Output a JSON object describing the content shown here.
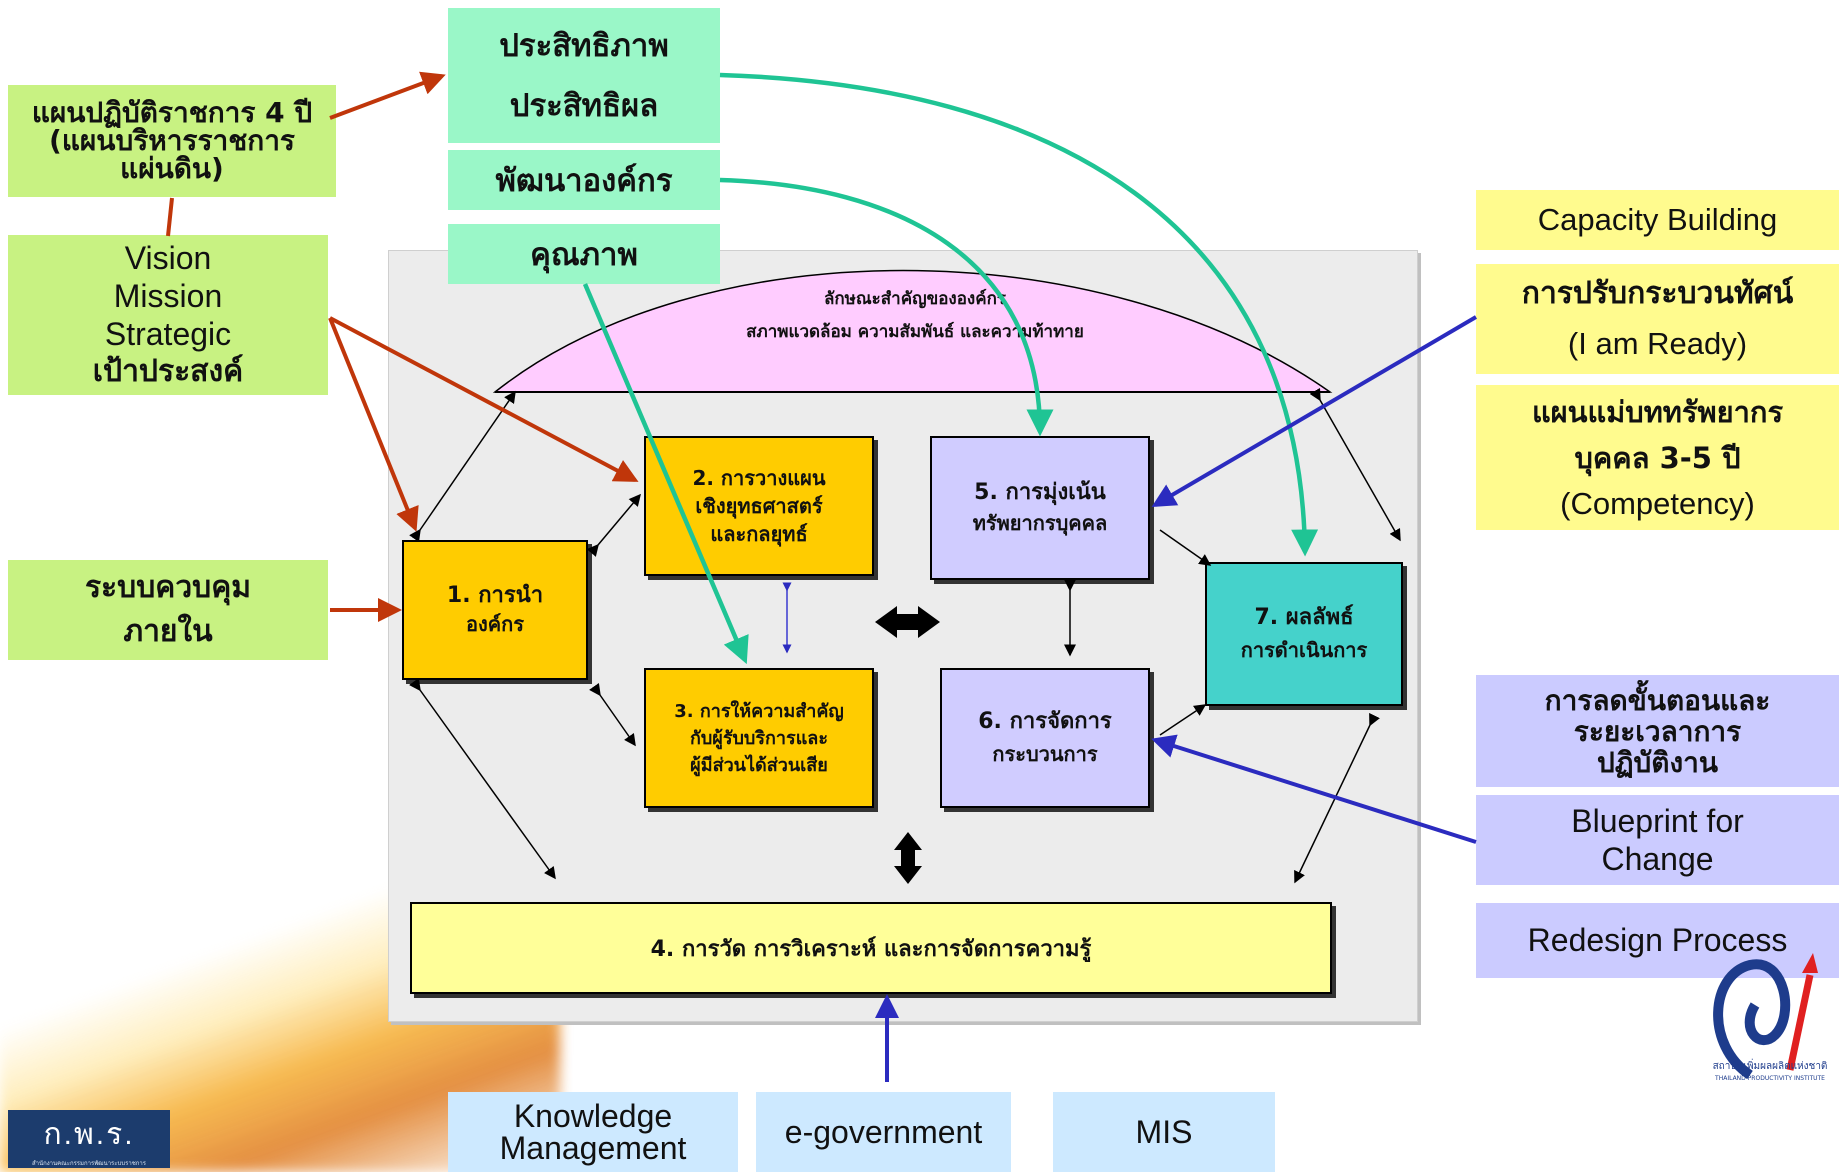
{
  "left_boxes": {
    "plan": "แผนปฏิบัติราชการ 4 ปี (แผนบริหารราชการแผ่นดิน)",
    "vision": [
      "Vision",
      "Mission",
      "Strategic",
      "เป้าประสงค์"
    ],
    "control": [
      "ระบบควบคุม",
      "ภายใน"
    ]
  },
  "top_boxes": {
    "efficiency": "ประสิทธิภาพ",
    "effectiveness": "ประสิทธิผล",
    "orgdev": "พัฒนาองค์กร",
    "quality": "คุณภาพ"
  },
  "profile": {
    "line1": "ลักษณะสำคัญขององค์กร",
    "line2": "สภาพแวดล้อม ความสัมพันธ์ และความท้าทาย"
  },
  "criteria": {
    "c1": [
      "1. การนำ",
      "องค์กร"
    ],
    "c2": [
      "2. การวางแผน",
      "เชิงยุทธศาสตร์",
      "และกลยุทธ์"
    ],
    "c3": [
      "3. การให้ความสำคัญ",
      "กับผู้รับบริการและ",
      "ผู้มีส่วนได้ส่วนเสีย"
    ],
    "c4": "4. การวัด การวิเคราะห์ และการจัดการความรู้",
    "c5": [
      "5. การมุ่งเน้น",
      "ทรัพยากรบุคคล"
    ],
    "c6": [
      "6. การจัดการ",
      "กระบวนการ"
    ],
    "c7": [
      "7. ผลลัพธ์",
      "การดำเนินการ"
    ]
  },
  "right_boxes": {
    "capacity": "Capacity Building",
    "mindset": [
      "การปรับกระบวนทัศน์",
      "(I am Ready)"
    ],
    "hr_plan": [
      "แผนแม่บททรัพยากร",
      "บุคคล 3-5 ปี",
      "(Competency)"
    ],
    "reduce": [
      "การลดขั้นตอนและ",
      "ระยะเวลาการ",
      "ปฏิบัติงาน"
    ],
    "blueprint": [
      "Blueprint for",
      "Change"
    ],
    "redesign": "Redesign Process"
  },
  "bottom_boxes": {
    "km": [
      "Knowledge",
      "Management"
    ],
    "egov": "e-government",
    "mis": "MIS"
  },
  "logo_kpr": "ก.พ.ร.",
  "logo_kpr_sub": "สำนักงานคณะกรรมการพัฒนาระบบราชการ",
  "logo_ftpi_text": "สถาบันเพิ่มผลผลิตแห่งชาติ",
  "logo_ftpi_sub": "THAILAND PRODUCTIVITY INSTITUTE"
}
